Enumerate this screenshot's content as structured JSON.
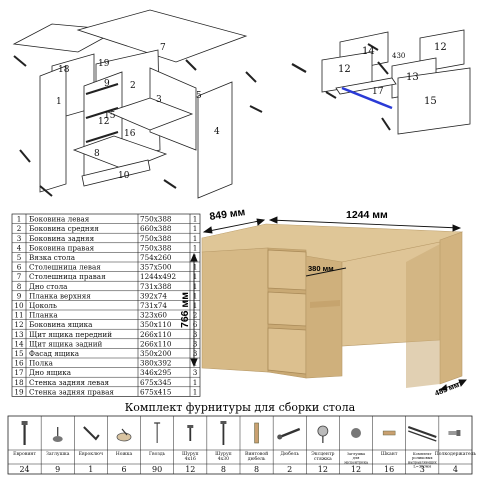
{
  "exploded_main": {
    "labels": [
      "7",
      "18",
      "19",
      "1",
      "2",
      "3",
      "5",
      "4",
      "15",
      "16",
      "12",
      "8",
      "10",
      "9"
    ]
  },
  "exploded_drawer": {
    "labels": [
      "14",
      "12",
      "12",
      "13",
      "17",
      "15",
      "430"
    ]
  },
  "dimensions": {
    "depth": "849 мм",
    "width": "1244 мм",
    "height": "766 мм",
    "inner_depth": "380 мм",
    "side_depth": "485 мм"
  },
  "parts": [
    {
      "n": "1",
      "name": "Боковина левая",
      "size": "750х388",
      "qty": "1"
    },
    {
      "n": "2",
      "name": "Боковина средняя",
      "size": "660х388",
      "qty": "1"
    },
    {
      "n": "3",
      "name": "Боковина задняя",
      "size": "750х388",
      "qty": "1"
    },
    {
      "n": "4",
      "name": "Боковина правая",
      "size": "750х388",
      "qty": "1"
    },
    {
      "n": "5",
      "name": "Вязка стола",
      "size": "754х260",
      "qty": "1"
    },
    {
      "n": "6",
      "name": "Столешница левая",
      "size": "357х500",
      "qty": "1"
    },
    {
      "n": "7",
      "name": "Столешница правая",
      "size": "1244х492",
      "qty": "1"
    },
    {
      "n": "8",
      "name": "Дно стола",
      "size": "731х388",
      "qty": "1"
    },
    {
      "n": "9",
      "name": "Планка верхняя",
      "size": "392х74",
      "qty": "1"
    },
    {
      "n": "10",
      "name": "Цоколь",
      "size": "731х74",
      "qty": "1"
    },
    {
      "n": "11",
      "name": "Планка",
      "size": "323х60",
      "qty": "2"
    },
    {
      "n": "12",
      "name": "Боковина ящика",
      "size": "350х110",
      "qty": "6"
    },
    {
      "n": "13",
      "name": "Щит ящика передний",
      "size": "266х110",
      "qty": "3"
    },
    {
      "n": "14",
      "name": "Щит ящика задний",
      "size": "266х110",
      "qty": "3"
    },
    {
      "n": "15",
      "name": "Фасад ящика",
      "size": "350х200",
      "qty": "3"
    },
    {
      "n": "16",
      "name": "Полка",
      "size": "380х392",
      "qty": "1"
    },
    {
      "n": "17",
      "name": "Дно ящика",
      "size": "346х295",
      "qty": "3"
    },
    {
      "n": "18",
      "name": "Стенка задняя левая",
      "size": "675х345",
      "qty": "1"
    },
    {
      "n": "19",
      "name": "Стенка задняя правая",
      "size": "675х415",
      "qty": "1"
    }
  ],
  "hardware": {
    "title": "Комплект фурнитуры для сборки стола",
    "items": [
      {
        "name": "Евровинт",
        "qty": "24",
        "icon": "eurovint-icon"
      },
      {
        "name": "Заглушка",
        "qty": "9",
        "icon": "plug-icon"
      },
      {
        "name": "Евроключ",
        "qty": "1",
        "icon": "hex-key-icon"
      },
      {
        "name": "Ножка",
        "qty": "6",
        "icon": "foot-icon"
      },
      {
        "name": "Гвоздь",
        "qty": "90",
        "icon": "nail-icon"
      },
      {
        "name": "Шуруп 4х16",
        "qty": "12",
        "icon": "screw-short-icon"
      },
      {
        "name": "Шуруп 4х30",
        "qty": "8",
        "icon": "screw-long-icon"
      },
      {
        "name": "Винтовой дюбель",
        "qty": "8",
        "icon": "wood-dowel-icon"
      },
      {
        "name": "Дюбель",
        "qty": "2",
        "icon": "dowel-icon"
      },
      {
        "name": "Эксцентр стяжка",
        "qty": "12",
        "icon": "eccentric-icon"
      },
      {
        "name": "Заглушка для эксцентрика",
        "qty": "12",
        "icon": "eccentric-plug-icon"
      },
      {
        "name": "Шкант",
        "qty": "16",
        "icon": "dowel-pin-icon"
      },
      {
        "name": "Комплект роликовых направляющих L=350мм",
        "qty": "3",
        "icon": "roller-rail-icon"
      },
      {
        "name": "Полкодержатель",
        "qty": "4",
        "icon": "shelf-pin-icon"
      }
    ]
  }
}
